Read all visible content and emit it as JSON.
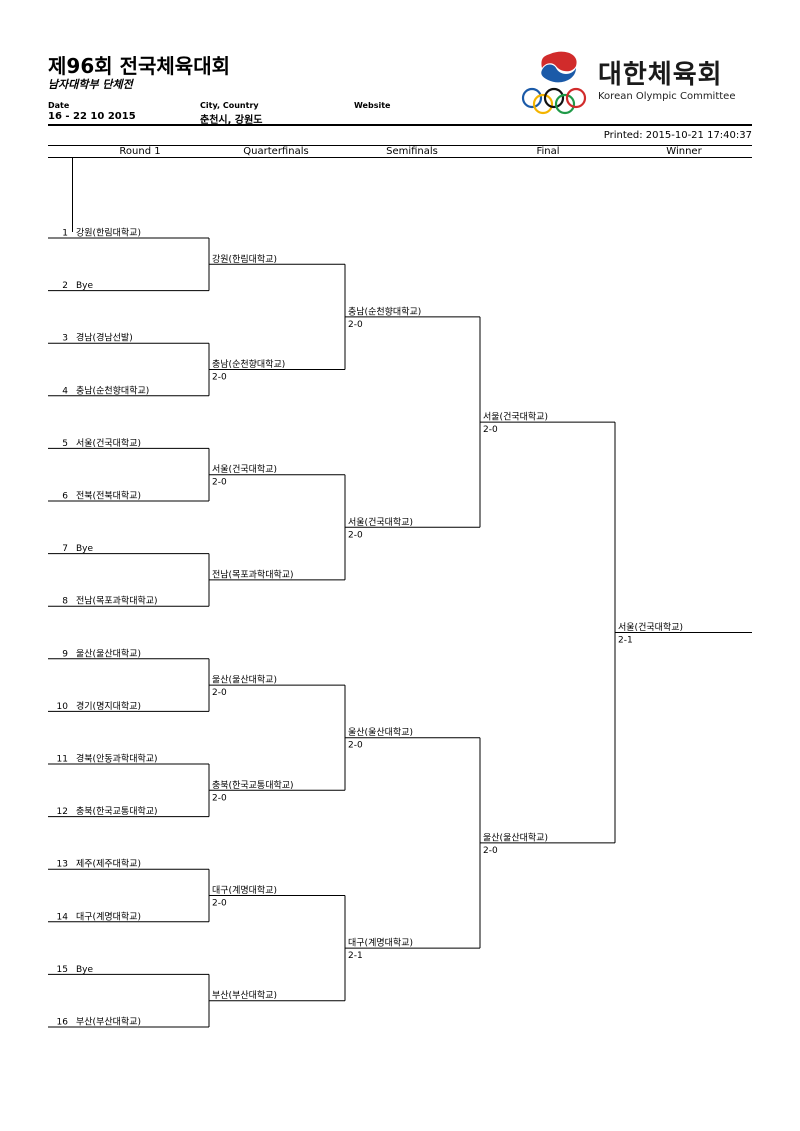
{
  "header": {
    "title": "제96회 전국체육대회",
    "subtitle": "남자대학부 단체전",
    "date_label": "Date",
    "date_value": "16 - 22 10 2015",
    "city_label": "City, Country",
    "city_value": "춘천시, 강원도",
    "website_label": "Website",
    "printed": "Printed: 2015-10-21 17:40:37"
  },
  "logo": {
    "name": "대한체육회",
    "subtitle": "Korean Olympic Committee",
    "colors": {
      "blue": "#1b5aa8",
      "red": "#d12b2b",
      "yellow": "#f4b400",
      "green": "#1f9a48",
      "black": "#111111"
    }
  },
  "rounds": [
    "Round 1",
    "Quarterfinals",
    "Semifinals",
    "Final",
    "Winner"
  ],
  "round1": [
    {
      "seed": "1",
      "team": "강원(한림대학교)"
    },
    {
      "seed": "2",
      "team": "Bye"
    },
    {
      "seed": "3",
      "team": "경남(경남선발)"
    },
    {
      "seed": "4",
      "team": "충남(순천향대학교)"
    },
    {
      "seed": "5",
      "team": "서울(건국대학교)"
    },
    {
      "seed": "6",
      "team": "전북(전북대학교)"
    },
    {
      "seed": "7",
      "team": "Bye"
    },
    {
      "seed": "8",
      "team": "전남(목포과학대학교)"
    },
    {
      "seed": "9",
      "team": "울산(울산대학교)"
    },
    {
      "seed": "10",
      "team": "경기(명지대학교)"
    },
    {
      "seed": "11",
      "team": "경북(안동과학대학교)"
    },
    {
      "seed": "12",
      "team": "충북(한국교통대학교)"
    },
    {
      "seed": "13",
      "team": "제주(제주대학교)"
    },
    {
      "seed": "14",
      "team": "대구(계명대학교)"
    },
    {
      "seed": "15",
      "team": "Bye"
    },
    {
      "seed": "16",
      "team": "부산(부산대학교)"
    }
  ],
  "quarterfinals": [
    {
      "team": "강원(한림대학교)",
      "score": ""
    },
    {
      "team": "충남(순천향대학교)",
      "score": "2-0"
    },
    {
      "team": "서울(건국대학교)",
      "score": "2-0"
    },
    {
      "team": "전남(목포과학대학교)",
      "score": ""
    },
    {
      "team": "울산(울산대학교)",
      "score": "2-0"
    },
    {
      "team": "충북(한국교통대학교)",
      "score": "2-0"
    },
    {
      "team": "대구(계명대학교)",
      "score": "2-0"
    },
    {
      "team": "부산(부산대학교)",
      "score": ""
    }
  ],
  "semifinals": [
    {
      "team": "충남(순천향대학교)",
      "score": "2-0"
    },
    {
      "team": "서울(건국대학교)",
      "score": "2-0"
    },
    {
      "team": "울산(울산대학교)",
      "score": "2-0"
    },
    {
      "team": "대구(계명대학교)",
      "score": "2-1"
    }
  ],
  "final": [
    {
      "team": "서울(건국대학교)",
      "score": "2-0"
    },
    {
      "team": "울산(울산대학교)",
      "score": "2-0"
    }
  ],
  "winner": {
    "team": "서울(건국대학교)",
    "score": "2-1"
  }
}
